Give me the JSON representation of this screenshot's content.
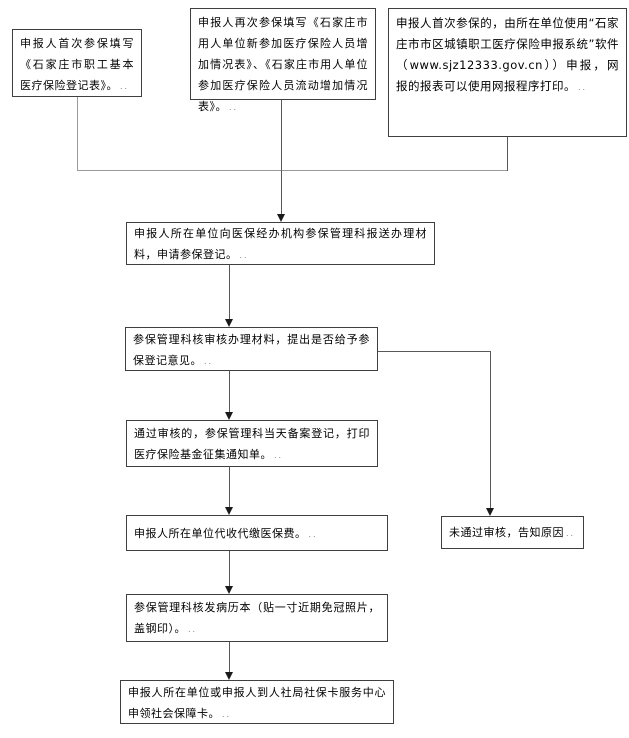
{
  "flowchart": {
    "pmark": "..",
    "boxes": {
      "fill_first": {
        "text": "申报人首次参保填写《石家庄市职工基本医疗保险登记表》。"
      },
      "fill_again": {
        "text": "申报人再次参保填写《石家庄市用人单位新参加医疗保险人员增加情况表》、《石家庄市用人单位参加医疗保险人员流动增加情况表》。"
      },
      "online_declare": {
        "text": "申报人首次参保的，由所在单位使用“石家庄市市区城镇职工医疗保险申报系统”软件（www.sjz12333.gov.cn））申报，网报的报表可以使用网报程序打印。"
      },
      "submit_materials": {
        "text": "申报人所在单位向医保经办机构参保管理科报送办理材料，申请参保登记。"
      },
      "review": {
        "text": "参保管理科核审核办理材料，提出是否给予参保登记意见。"
      },
      "register_print": {
        "text": "通过审核的，参保管理科当天备案登记，打印医疗保险基金征集通知单。"
      },
      "collect_fees": {
        "text": "申报人所在单位代收代缴医保费。"
      },
      "reject": {
        "text": "未通过审核，告知原因"
      },
      "issue_booklet": {
        "text": "参保管理科核发病历本（贴一寸近期免冠照片，盖钢印）。"
      },
      "get_card": {
        "text": "申报人所在单位或申报人到人社局社保卡服务中心申领社会保障卡。"
      }
    },
    "colors": {
      "background": "#ffffff",
      "box_border": "#3f3f3f",
      "line_dark": "#595959",
      "line_gray": "#9a9a9a",
      "arrow": "#1a1a1a",
      "text": "#000000"
    }
  }
}
